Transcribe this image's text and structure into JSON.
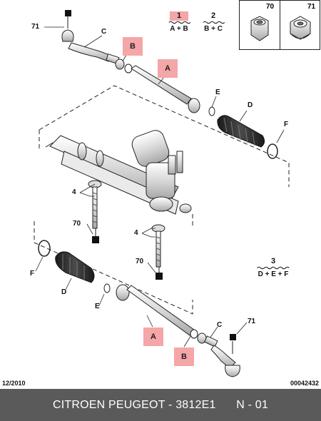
{
  "labels": {
    "n71_top": "71",
    "c_top": "C",
    "e_right": "E",
    "d_right": "D",
    "f_right": "F",
    "n4_upper": "4",
    "n70_mid": "70",
    "n4_lower": "4",
    "n70_lower": "70",
    "f_left": "F",
    "d_left": "D",
    "e_left": "E",
    "c_bottom": "C",
    "n71_bottom": "71"
  },
  "tags": {
    "b_top": "B",
    "a_top": "A",
    "a_bottom": "A",
    "b_bottom": "B"
  },
  "formulas": {
    "f1": {
      "num": "1",
      "expr": "A + B"
    },
    "f2": {
      "num": "2",
      "expr": "B + C"
    },
    "f3": {
      "num": "3",
      "expr": "D + E + F"
    }
  },
  "inset": {
    "left": "70",
    "right": "71"
  },
  "footer": {
    "date": "12/2010",
    "code": "00042432"
  },
  "title_bar": {
    "text": "CITROEN PEUGEOT - 3812E1",
    "suffix": "N - 01"
  },
  "colors": {
    "tag_fill": "#f4a6a8",
    "bar": "#5a5a5a",
    "line": "#222222"
  }
}
